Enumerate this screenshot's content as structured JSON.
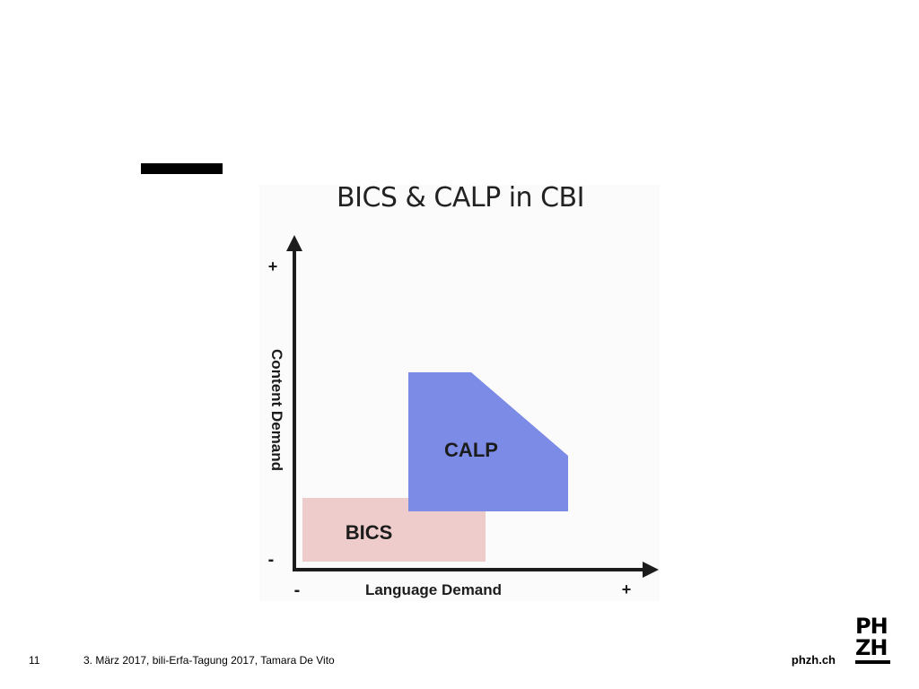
{
  "slide": {
    "title": "BICS & CALP in CBI",
    "page_number": "11",
    "footer_text": "3. März 2017, bili-Erfa-Tagung 2017, Tamara De Vito",
    "site": "phzh.ch",
    "logo": {
      "line1": "PH",
      "line2": "ZH"
    }
  },
  "diagram": {
    "y_axis_label": "Content Demand",
    "x_axis_label": "Language Demand",
    "y_plus": "+",
    "y_minus": "-",
    "x_minus": "-",
    "x_plus": "+",
    "calp_label": "CALP",
    "bics_label": "BICS",
    "colors": {
      "calp": "#7b8be6",
      "bics": "#edcccb",
      "axis": "#1c1c1c"
    }
  }
}
